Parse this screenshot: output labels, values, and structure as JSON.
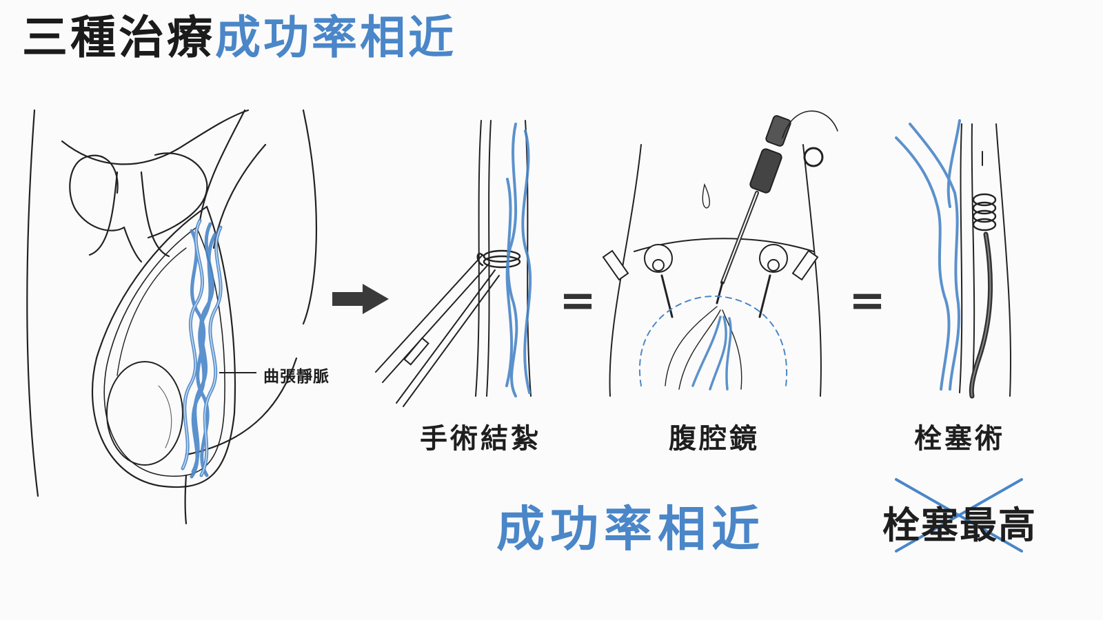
{
  "title": {
    "dark": "三種治療",
    "blue": "成功率相近"
  },
  "anatomy": {
    "callout": "曲張靜脈"
  },
  "treatments": [
    {
      "label": "手術結紮"
    },
    {
      "label": "腹腔鏡"
    },
    {
      "label": "栓塞術"
    }
  ],
  "bottom": {
    "note": "成功率相近",
    "crossed_text": "栓塞最高"
  },
  "colors": {
    "accent": "#4a86c8",
    "ink": "#1b1b1b"
  }
}
